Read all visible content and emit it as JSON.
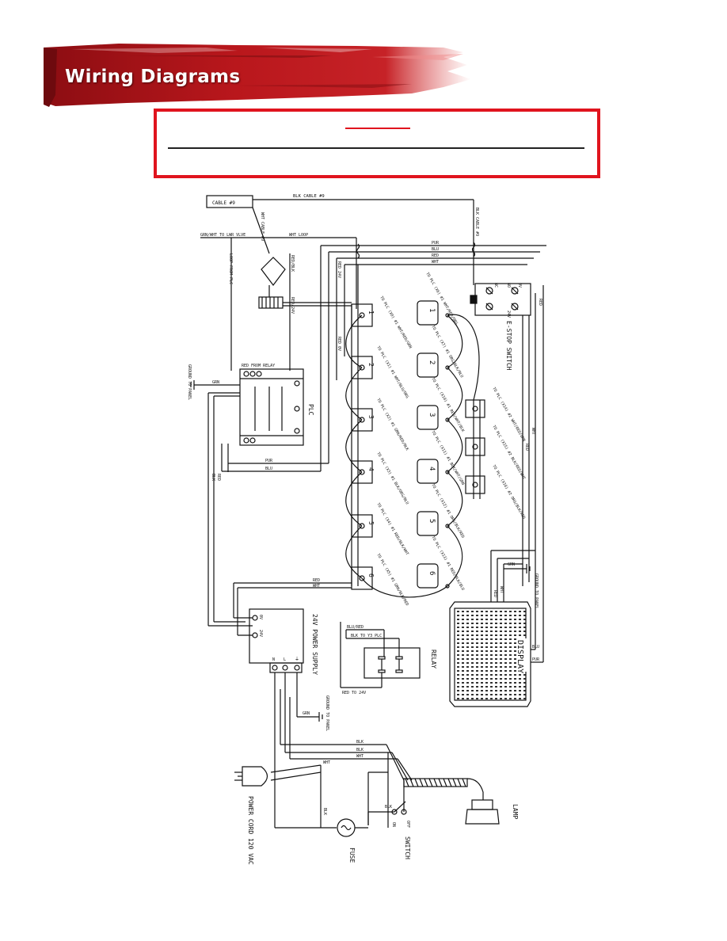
{
  "header": {
    "title": "Wiring Diagrams"
  },
  "diagram": {
    "top": {
      "cable9": "CABLE #9",
      "blk_cable9": "BLK CABLE #9",
      "wht_cable9": "WHT CABLE #9",
      "blk_cable9_v": "BLK CABLE #9",
      "grn_wht": "GRN/WHT TO LWR VLVE",
      "wht_loop": "WHT LOOP",
      "loop_plc": "LOOP FROM PLC",
      "red_blk": "RED/BLK",
      "red_24v": "RED/24V",
      "red_from_relay": "RED FROM RELAY",
      "red_24v_small": "RED 24V",
      "red_0v": "RED 0V"
    },
    "bus": {
      "pur": "PUR",
      "blu": "BLU",
      "red": "RED",
      "wht": "WHT"
    },
    "plc": {
      "label": "PLC",
      "ground": "GROUND TO PANEL",
      "grn": "GRN",
      "pur": "PUR",
      "blu": "BLU",
      "red": "RED",
      "blk": "BLK"
    },
    "estop": {
      "label": "E-STOP SWITCH",
      "nc": "NC",
      "no": "NO",
      "ov": "0V",
      "v24": "24V",
      "red": "RED"
    },
    "sensors_left": [
      "1",
      "2",
      "3",
      "4",
      "5",
      "6"
    ],
    "sensors_right": [
      "1",
      "2",
      "3",
      "4",
      "5",
      "6"
    ],
    "sensor_labels": [
      "TO PLC (X0) #1 WHT/RED/GRN",
      "TO PLC (X1) #1 WHT/BLU/ORG",
      "TO PLC (X2) #1 GRN/RED/BLK",
      "TO PLC (X3) #1 BLK/ORG/BLU",
      "TO PLC (X4) #1 RED/BLK/WHT",
      "TO PLC (X5) #1 GRN/BLK/RED",
      "TO PLC (X6) #1 WHT/RED/ORG",
      "TO PLC (X7) #1 ORG/BLK/BLU",
      "TO PLC (X10) #1 RED/WHT/BLK",
      "TO PLC (X11) #1 BLK/WHT/GRN",
      "TO PLC (X12) #1 ORG/BLK/RED",
      "TO PLC (X13) #1 RED/BLK/BLU"
    ],
    "side_labels": [
      "TO PLC (X14) #2 WHT/RED/GRN",
      "TO PLC (X15) #2 BLK/RED/WHT",
      "TO PLC (X16) #2 ORG/BLK/RED"
    ],
    "power": {
      "label": "24V POWER SUPPLY",
      "ov": "0V",
      "v24": "24V",
      "n": "N",
      "l": "L",
      "gnd": "⏚",
      "grn": "GRN",
      "ground": "GROUND TO PANEL",
      "red": "RED",
      "wht": "WHT"
    },
    "relay": {
      "label": "RELAY",
      "blu_red": "BLU/RED",
      "blk_y3": "BLK TO Y3 PLC",
      "red_24v": "RED TO 24V"
    },
    "display": {
      "label": "DISPLAY",
      "grn": "GRN",
      "ground": "GROUND TO PANEL",
      "blu": "BLU",
      "pur": "PUR",
      "red": "RED",
      "wht": "WHT",
      "red_v": "RED",
      "wht_v": "WHT"
    },
    "bottom": {
      "blk1": "BLK",
      "blk2": "BLK",
      "wht": "WHT",
      "wht2": "WHT",
      "blk3": "BLK",
      "blk4": "BLK",
      "power_cord": "POWER CORD 120 VAC",
      "fuse": "FUSE",
      "switch": "SWITCH",
      "on": "ON",
      "off": "OFF",
      "lamp": "LAMP"
    }
  }
}
